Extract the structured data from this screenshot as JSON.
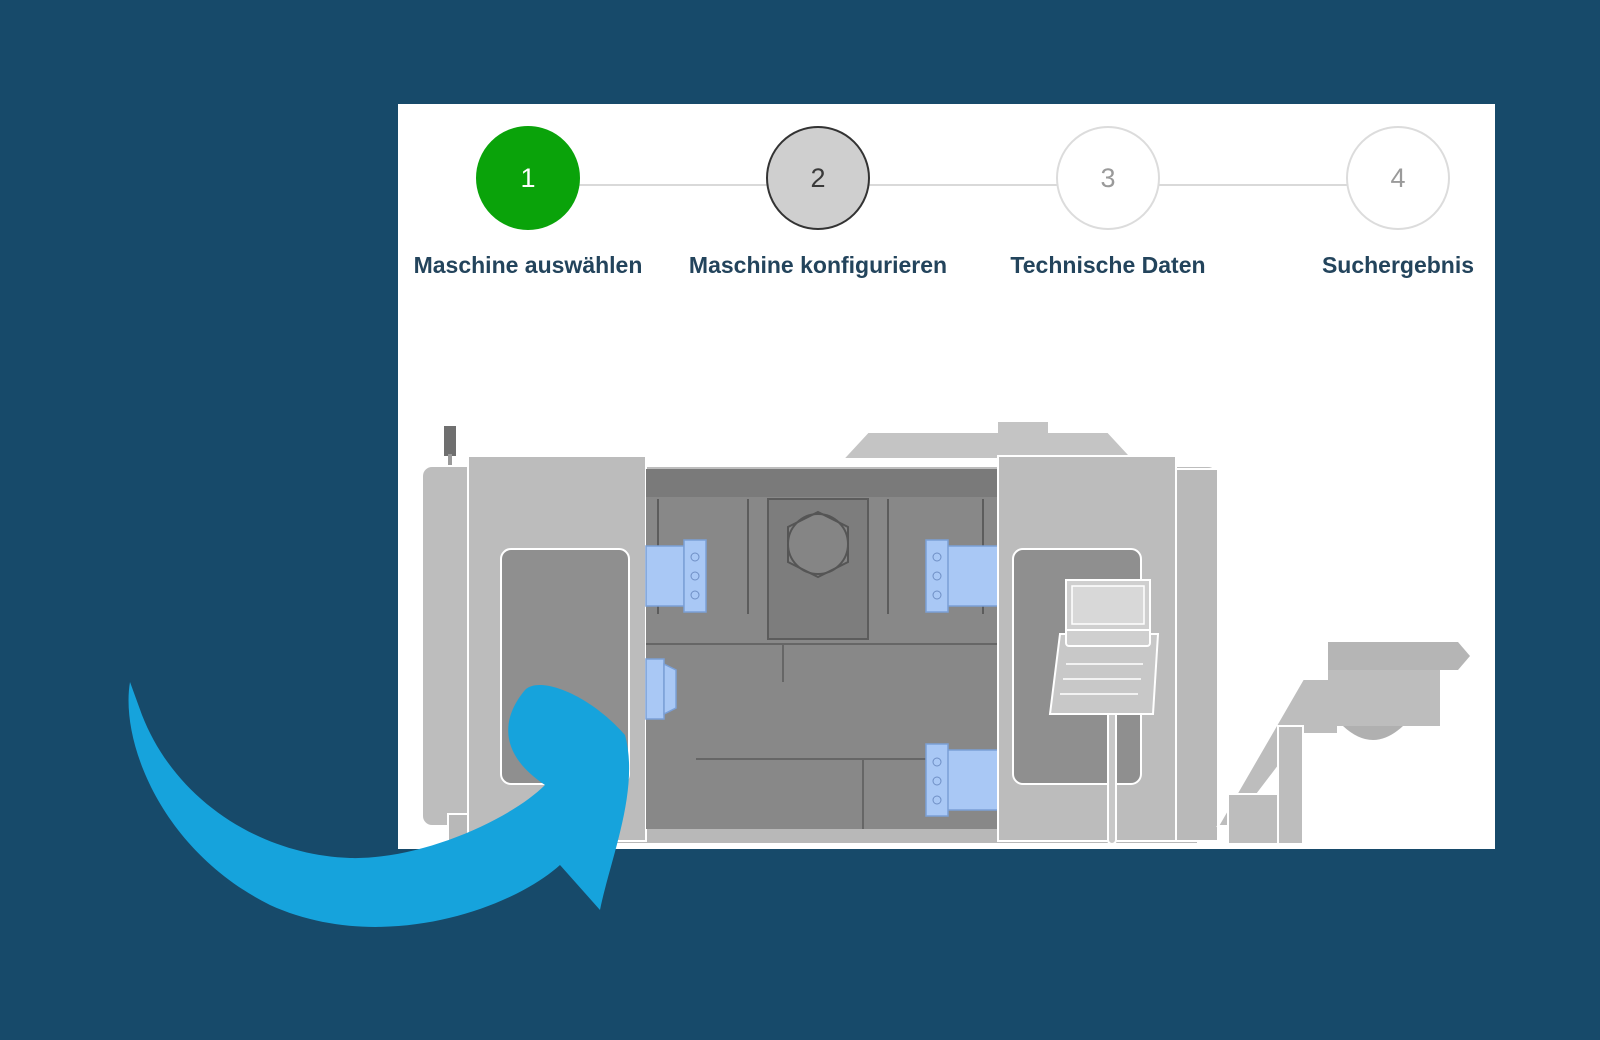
{
  "stepper": {
    "steps": [
      {
        "number": "1",
        "label": "Maschine auswählen",
        "state": "completed"
      },
      {
        "number": "2",
        "label": "Maschine konfigurieren",
        "state": "current"
      },
      {
        "number": "3",
        "label": "Technische Daten",
        "state": "upcoming"
      },
      {
        "number": "4",
        "label": "Suchergebnis",
        "state": "upcoming"
      }
    ]
  },
  "colors": {
    "background": "#174a6a",
    "step_completed": "#0aa30a",
    "step_current": "#cfcfcf",
    "label": "#23445c",
    "arrow": "#16a3dc",
    "machine_body": "#bdbdbd",
    "machine_interior": "#8a8a8a",
    "tool_highlight": "#a9c8f5"
  },
  "illustration": {
    "machine": "cnc-lathe-illustration",
    "arrow": "curved-arrow"
  }
}
